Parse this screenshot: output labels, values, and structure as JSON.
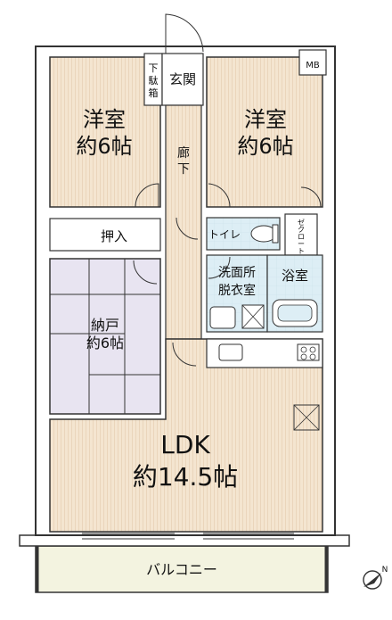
{
  "rooms": {
    "western_room_left": {
      "name": "洋室",
      "size": "約6帖"
    },
    "western_room_right": {
      "name": "洋室",
      "size": "約6帖"
    },
    "storage_room": {
      "name": "納戸",
      "size": "約6帖"
    },
    "ldk": {
      "name": "LDK",
      "size": "約14.5帖"
    }
  },
  "labels": {
    "entrance": "玄関",
    "shoe_box": [
      "下",
      "駄",
      "箱"
    ],
    "hallway": [
      "廊",
      "下"
    ],
    "closet": "押入",
    "toilet": "トイレ",
    "walk_in_closet": [
      "ゼ",
      "ク",
      "ロ",
      "ー",
      "ト"
    ],
    "washroom": [
      "洗面所",
      "脱衣室"
    ],
    "bathroom": "浴室",
    "balcony": "バルコニー",
    "meter_box": "MB",
    "north_mark": "N"
  },
  "colors": {
    "floor_wood": "#f4e5d0",
    "floor_wood_stripe": "#ead5bb",
    "tatami": "#e8e4f1",
    "wet_area": "#ddeef5",
    "balcony": "#f3f3e0",
    "wall": "#333333"
  }
}
